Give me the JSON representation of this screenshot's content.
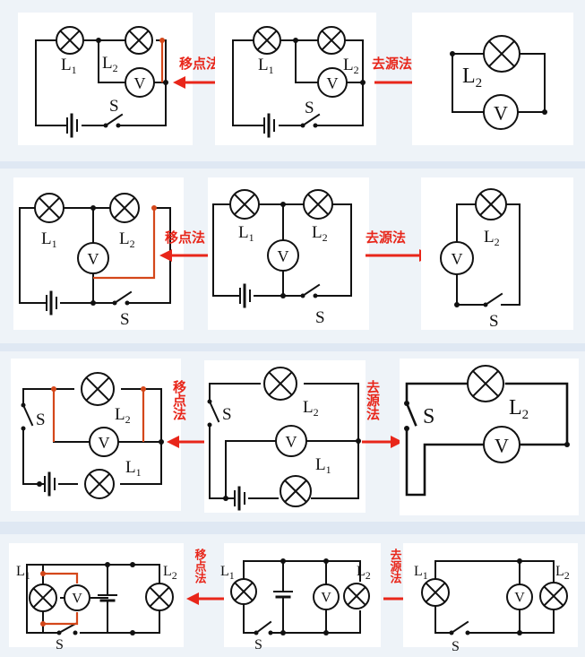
{
  "labels": {
    "move_point": "移点法",
    "remove_source": "去源法",
    "lamp1": "L",
    "lamp2": "L",
    "sub1": "1",
    "sub2": "2",
    "voltmeter": "V",
    "switch": "S"
  },
  "colors": {
    "arrow": "#e8261a",
    "highlight_wire": "#d4471a",
    "background": "#dfe8f3"
  }
}
